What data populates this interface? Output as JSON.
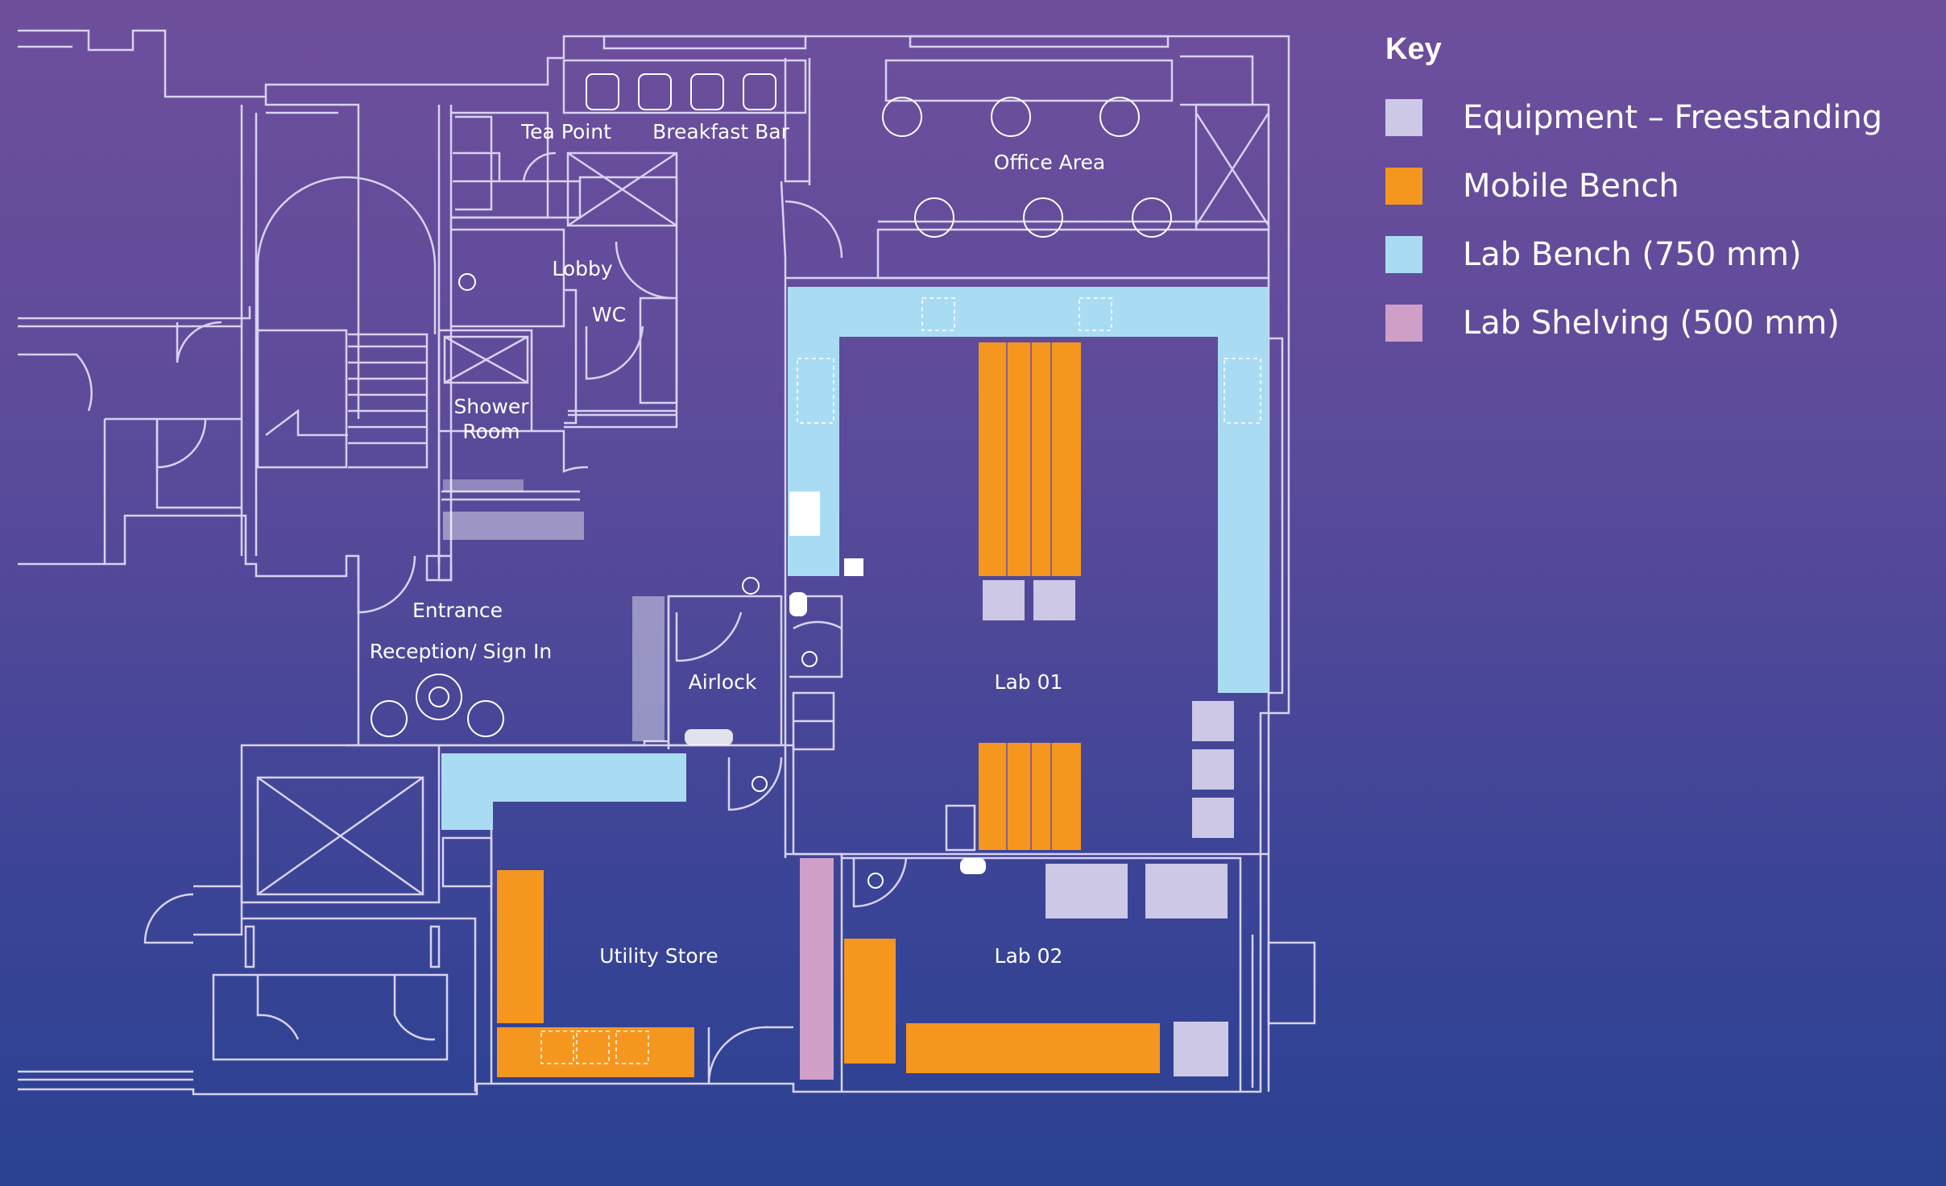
{
  "legend": {
    "title": "Key",
    "items": [
      {
        "label": "Equipment – Freestanding",
        "color": "#cdc8e6"
      },
      {
        "label": "Mobile Bench",
        "color": "#f5961f"
      },
      {
        "label": "Lab Bench (750 mm)",
        "color": "#a9dcf3"
      },
      {
        "label": "Lab Shelving (500 mm)",
        "color": "#cf9fc8"
      }
    ]
  },
  "rooms": {
    "tea_point": "Tea Point",
    "breakfast_bar": "Breakfast Bar",
    "office_area": "Office Area",
    "lobby": "Lobby",
    "wc": "WC",
    "shower_room_1": "Shower",
    "shower_room_2": "Room",
    "entrance": "Entrance",
    "reception": "Reception/ Sign In",
    "airlock": "Airlock",
    "lab_01": "Lab 01",
    "utility_store": "Utility Store",
    "lab_02": "Lab 02"
  }
}
